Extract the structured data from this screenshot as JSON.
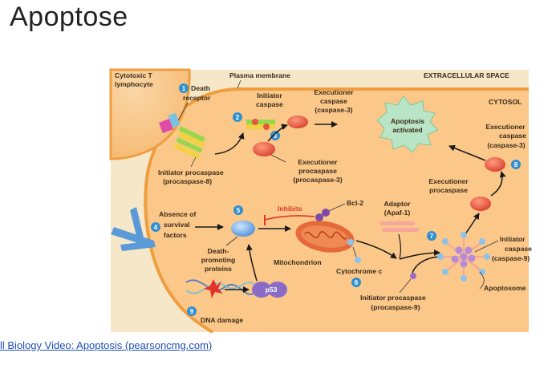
{
  "slide": {
    "title": "Apoptose",
    "caption_link": "ll Biology Video: Apoptosis (pearsoncmg.com)"
  },
  "diagram": {
    "labels": {
      "cytotoxic_t_1": "Cytotoxic T",
      "cytotoxic_t_2": "lymphocyte",
      "plasma_membrane": "Plasma membrane",
      "extracellular_space": "EXTRACELLULAR SPACE",
      "cytosol": "CYTOSOL",
      "death_receptor_1": "Death",
      "death_receptor_2": "receptor",
      "initiator_caspase_1": "Initiator",
      "initiator_caspase_2": "caspase",
      "exec_caspase3_top_1": "Executioner",
      "exec_caspase3_top_2": "caspase",
      "exec_caspase3_top_3": "(caspase-3)",
      "apoptosis_1": "Apoptosis",
      "apoptosis_2": "activated",
      "exec_caspase3_right_1": "Executioner",
      "exec_caspase3_right_2": "caspase",
      "exec_caspase3_right_3": "(caspase-3)",
      "init_procaspase8_1": "Initiator procaspase",
      "init_procaspase8_2": "(procaspase-8)",
      "exec_procaspase3_1": "Executioner",
      "exec_procaspase3_2": "procaspase",
      "exec_procaspase3_3": "(procaspase-3)",
      "exec_procaspase_1": "Executioner",
      "exec_procaspase_2": "procaspase",
      "absence_1": "Absence of",
      "absence_2": "survival",
      "absence_3": "factors",
      "inhibits": "Inhibits",
      "bcl2": "Bcl-2",
      "adaptor_1": "Adaptor",
      "adaptor_2": "(Apaf-1)",
      "death_promoting_1": "Death-",
      "death_promoting_2": "promoting",
      "death_promoting_3": "proteins",
      "mitochondrion": "Mitochondrion",
      "cytochrome_c": "Cytochrome c",
      "init_caspase9_1": "Initiator",
      "init_caspase9_2": "caspase",
      "init_caspase9_3": "(caspase-9)",
      "apoptosome": "Apoptosome",
      "init_procaspase9_1": "Initiator procaspase",
      "init_procaspase9_2": "(procaspase-9)",
      "p53": "p53",
      "dna_damage": "DNA damage"
    },
    "step_numbers": {
      "n1": "1",
      "n2": "2",
      "n3": "3",
      "n4": "4",
      "n5": "5",
      "n6": "6",
      "n7": "7",
      "n8": "8",
      "n9": "9"
    },
    "colors": {
      "cytosol": "#fbc88a",
      "extracellular": "#f6e7c9",
      "membrane": "#f0a54a",
      "step_badge": "#2f8fd0",
      "caspase": "#e2573f",
      "inhibits": "#e0342c"
    }
  }
}
